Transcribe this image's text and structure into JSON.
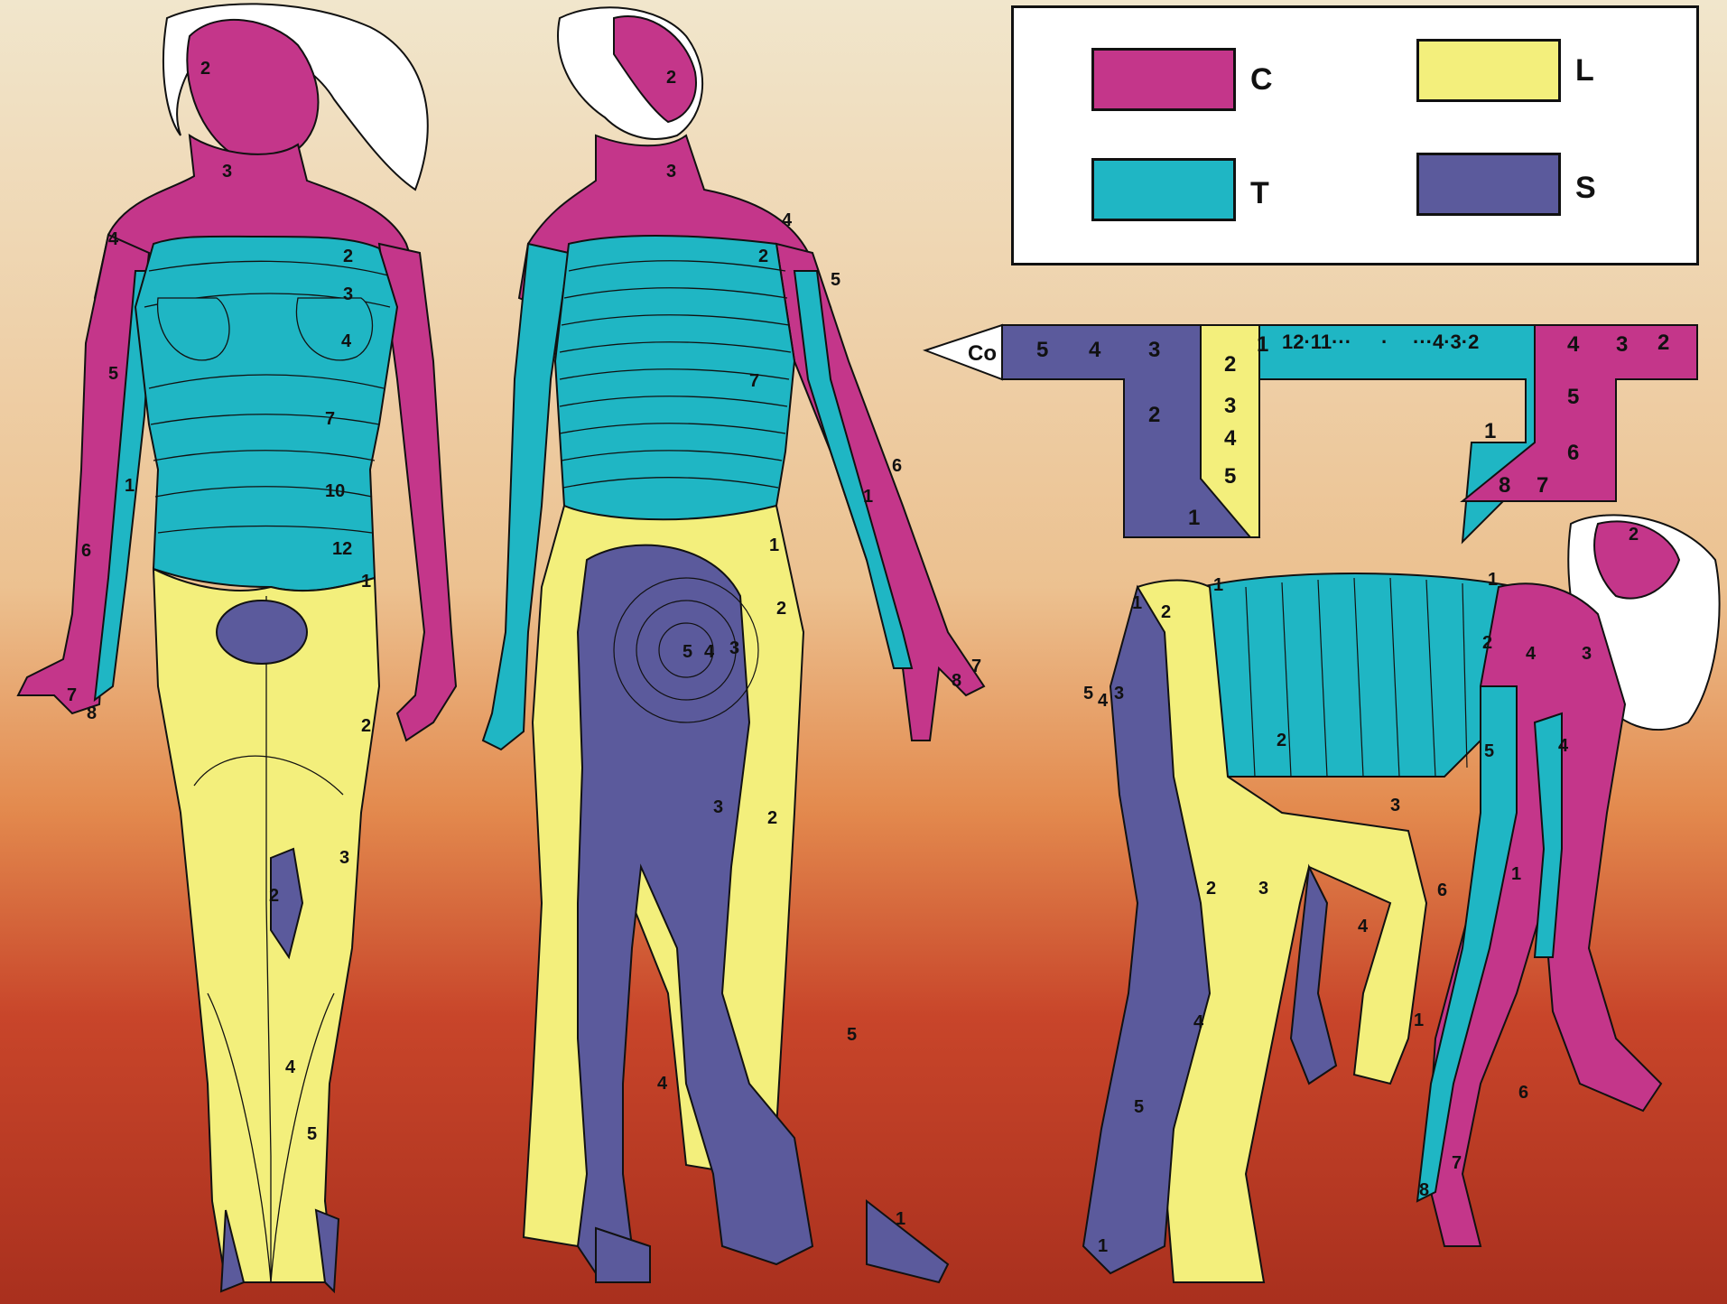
{
  "colors": {
    "C": "#c4368a",
    "T": "#1fb6c4",
    "L": "#f3ef7c",
    "S": "#5b5a9c",
    "bg_top": "#f0e4c8",
    "bg_mid": "#e9a45a",
    "bg_low": "#b83218",
    "outline": "#111111"
  },
  "key": {
    "C": "C",
    "T": "T",
    "L": "L",
    "S": "S"
  },
  "spine_map": {
    "co": "Co",
    "s5": "5",
    "s4": "4",
    "s3": "3",
    "s2": "2",
    "s1": "1",
    "l1": "1",
    "l2": "2",
    "l3": "3",
    "l4": "4",
    "l5": "5",
    "t_row": "12·11···",
    "t_dots": "·",
    "t_tail": "···4·3·2",
    "t1": "1",
    "c4": "4",
    "c3": "3",
    "c2": "2",
    "c5": "5",
    "c6": "6",
    "c8": "8",
    "c7": "7"
  },
  "labels": {
    "front": {
      "head2": "2",
      "neck3": "3",
      "shoulder4": "4",
      "arm5": "5",
      "arm1": "1",
      "arm6": "6",
      "hand7": "7",
      "hand8": "8",
      "chest2": "2",
      "chest3": "3",
      "nipple4": "4",
      "rib7": "7",
      "navel10": "10",
      "waist12": "12",
      "hip1": "1",
      "thigh2": "2",
      "thigh3": "3",
      "knee2": "2",
      "shin4": "4",
      "shin5": "5"
    },
    "back": {
      "head2": "2",
      "neck3": "3",
      "shoulder4": "4",
      "upper2": "2",
      "arm5": "5",
      "back7": "7",
      "arm6": "6",
      "arm1": "1",
      "hand8": "8",
      "hand7": "7",
      "lumbar1": "1",
      "hip2": "2",
      "sacral5": "5",
      "sacral4": "4",
      "sacral3": "3",
      "thigh3": "3",
      "thigh2": "2",
      "calf4": "4",
      "calf5": "5",
      "foot1": "1"
    },
    "side": {
      "head2": "2",
      "neck1": "1",
      "neck2": "2",
      "neck4": "4",
      "neck3": "3",
      "arm5": "5",
      "arm4": "4",
      "arm1": "1",
      "arm6": "6",
      "forearm1": "1",
      "forearm6": "6",
      "hand7": "7",
      "hand8": "8",
      "lum1a": "1",
      "lum1b": "1",
      "lum2": "2",
      "sac5": "5",
      "sac4": "4",
      "sac3": "3",
      "legL2": "2",
      "legL3": "3",
      "legL4": "4",
      "leg2": "2",
      "leg3": "3",
      "leg4": "4",
      "leg5": "5",
      "foot1": "1"
    }
  }
}
